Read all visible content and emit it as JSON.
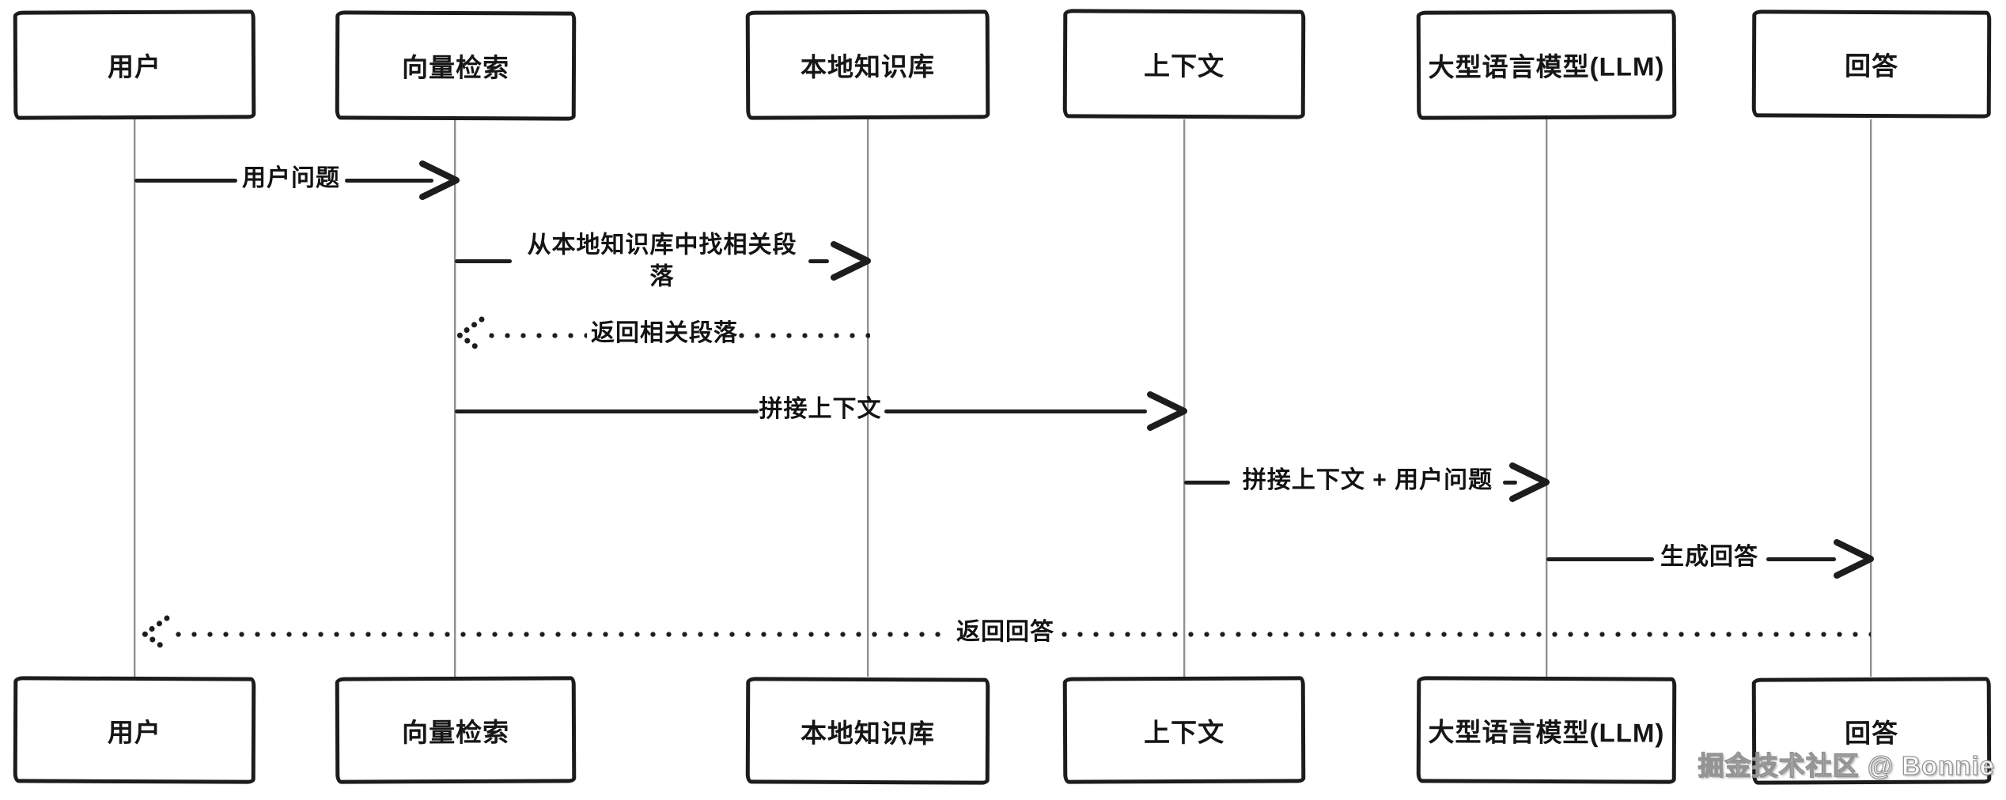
{
  "diagram": {
    "type": "sequence",
    "participants": [
      {
        "id": "user",
        "label": "用户"
      },
      {
        "id": "vector-search",
        "label": "向量检索"
      },
      {
        "id": "knowledge-base",
        "label": "本地知识库"
      },
      {
        "id": "context",
        "label": "上下文"
      },
      {
        "id": "llm",
        "label": "大型语言模型(LLM)"
      },
      {
        "id": "answer",
        "label": "回答"
      }
    ],
    "messages": [
      {
        "from": "用户",
        "to": "向量检索",
        "label": "用户问题",
        "line": "solid"
      },
      {
        "from": "向量检索",
        "to": "本地知识库",
        "label": "从本地知识库中找相关段落",
        "line": "solid"
      },
      {
        "from": "本地知识库",
        "to": "向量检索",
        "label": "返回相关段落",
        "line": "dotted"
      },
      {
        "from": "向量检索",
        "to": "上下文",
        "label": "拼接上下文",
        "line": "solid"
      },
      {
        "from": "上下文",
        "to": "大型语言模型(LLM)",
        "label": "拼接上下文 + 用户问题",
        "line": "solid"
      },
      {
        "from": "大型语言模型(LLM)",
        "to": "回答",
        "label": "生成回答",
        "line": "solid"
      },
      {
        "from": "回答",
        "to": "用户",
        "label": "返回回答",
        "line": "dotted"
      }
    ],
    "watermark": "掘金技术社区 @ Bonnie",
    "colors": {
      "ink": "#1d1d1d",
      "lifeline": "#8f8f8f",
      "background": "#ffffff",
      "watermark_fill": "#fbfbfb",
      "watermark_outline": "#949494"
    }
  }
}
